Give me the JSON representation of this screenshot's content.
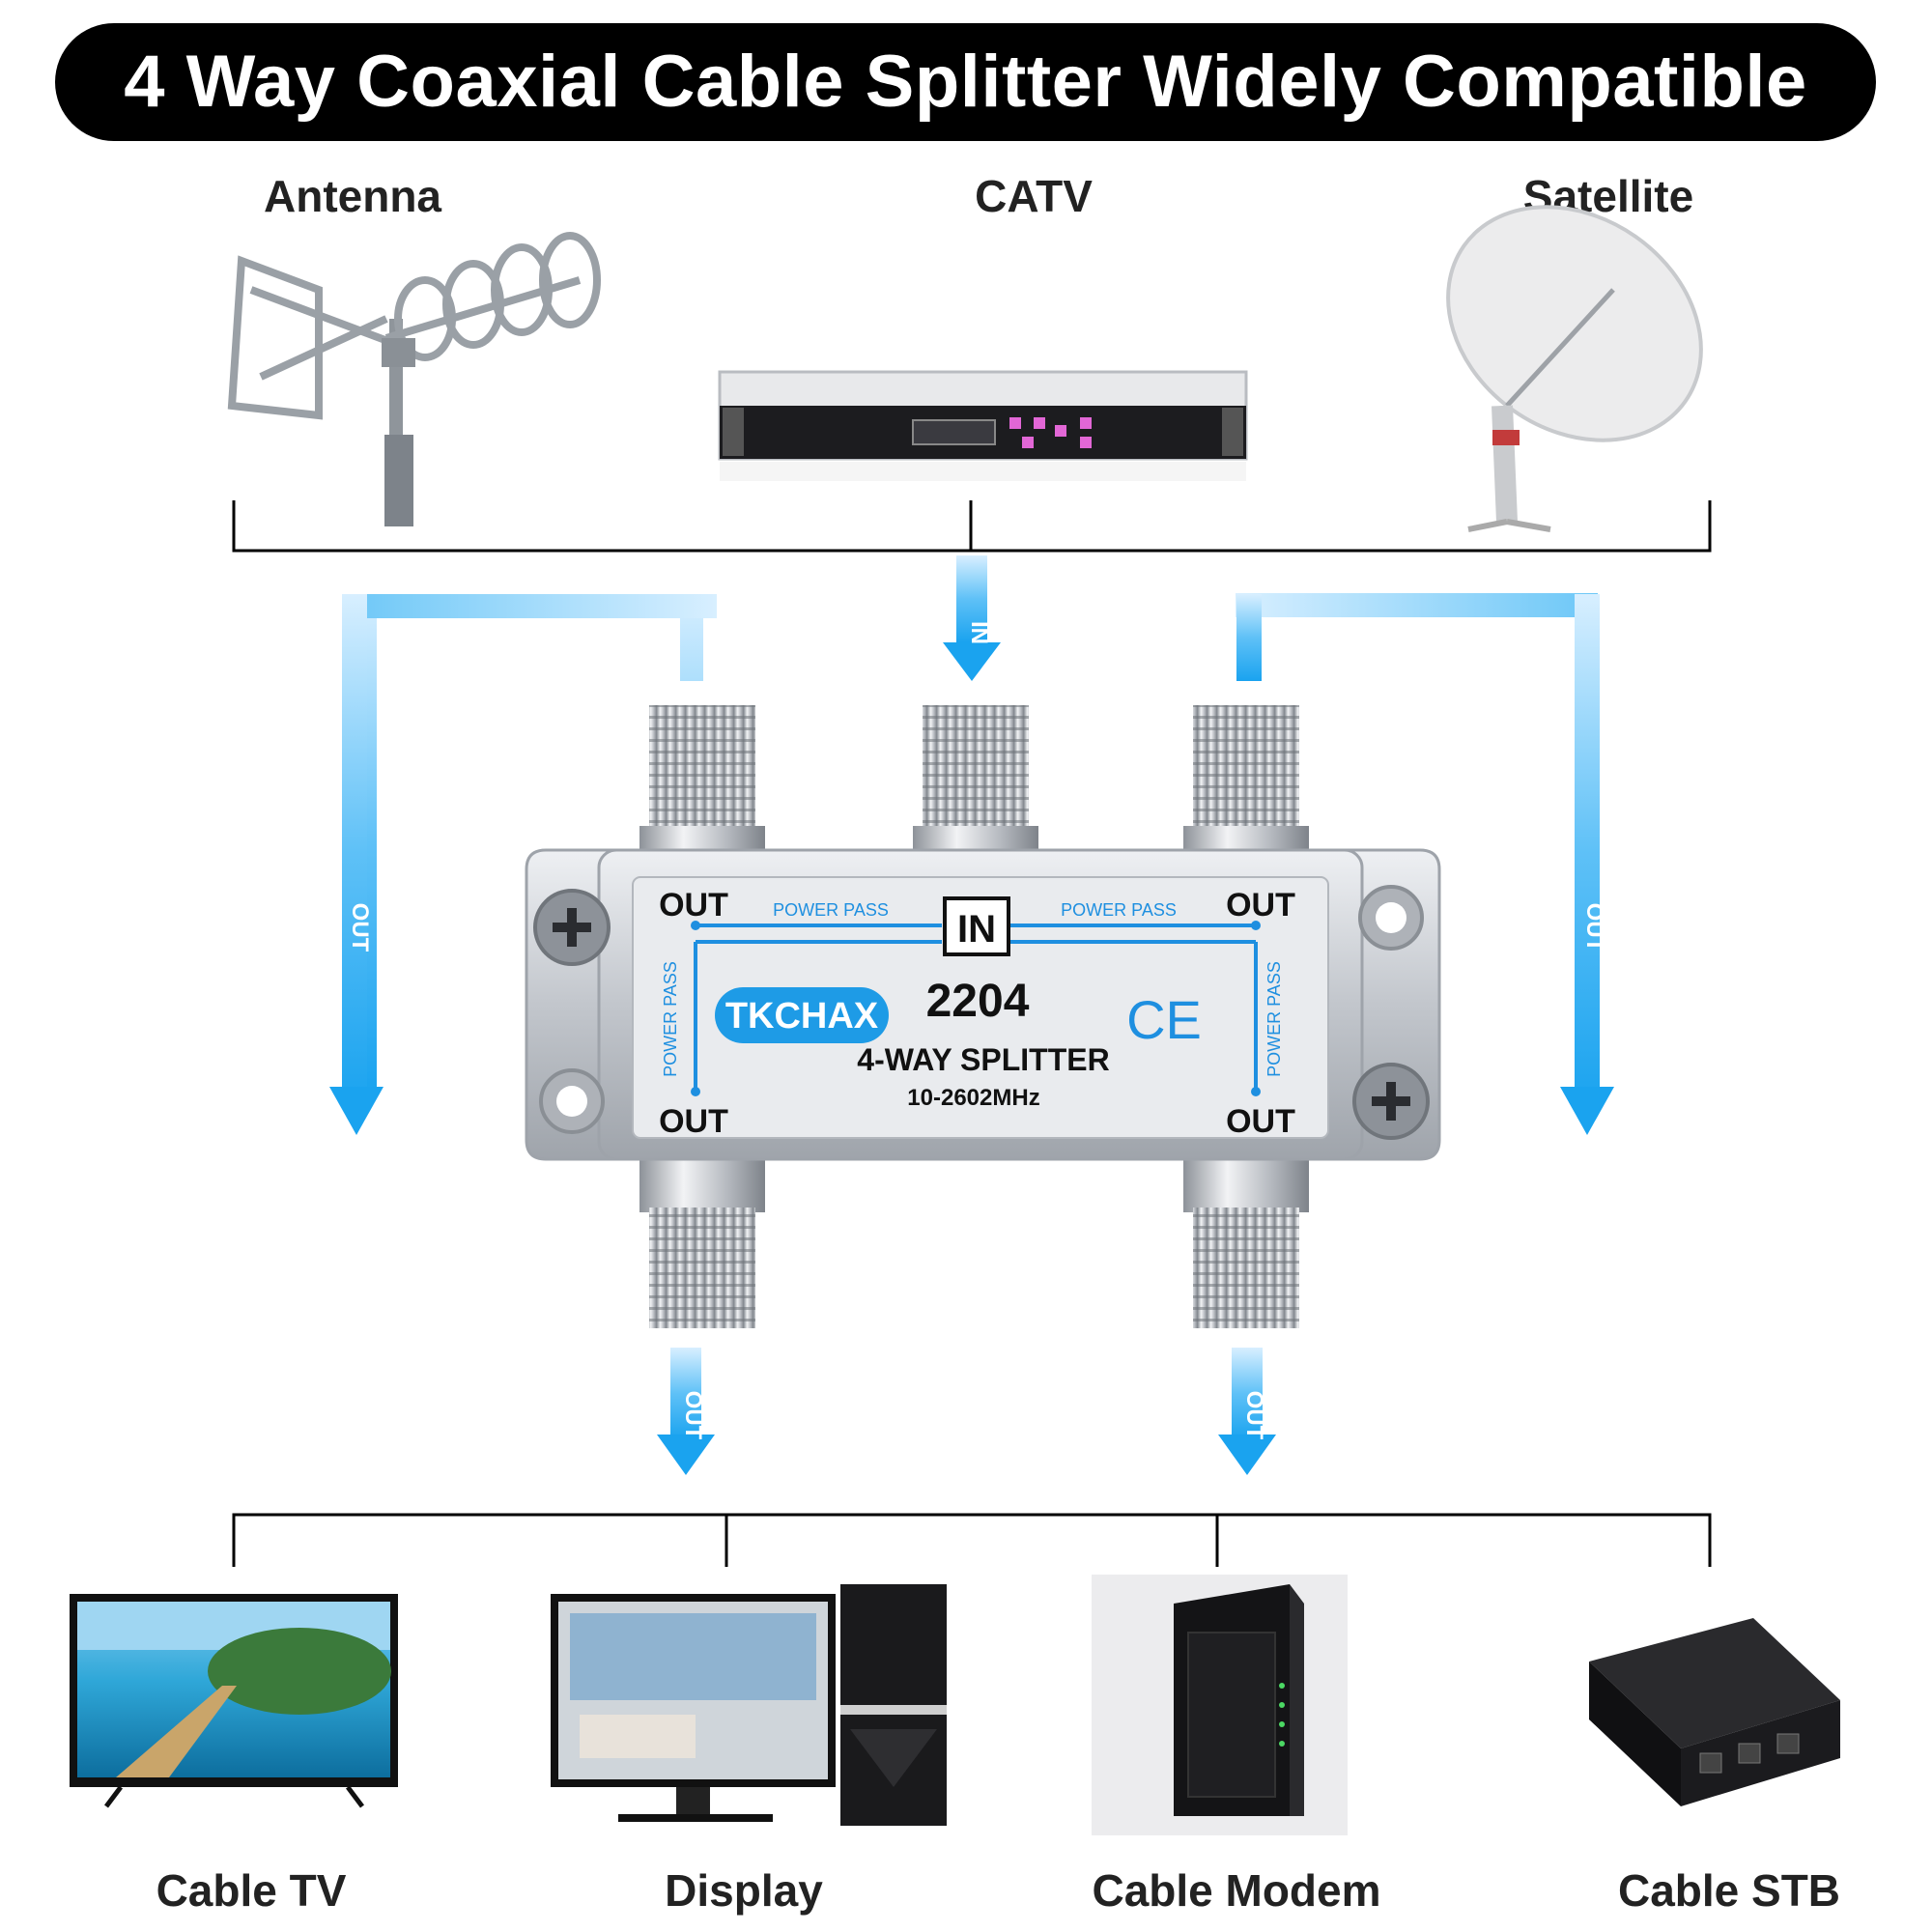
{
  "title": "4 Way Coaxial Cable Splitter Widely Compatible",
  "sources": [
    {
      "label": "Antenna",
      "icon": "antenna-icon"
    },
    {
      "label": "CATV",
      "icon": "catv-headend-icon"
    },
    {
      "label": "Satellite",
      "icon": "satellite-dish-icon"
    }
  ],
  "devices": [
    {
      "label": "Cable TV",
      "icon": "tv-icon"
    },
    {
      "label": "Display",
      "icon": "desktop-computer-icon"
    },
    {
      "label": "Cable Modem",
      "icon": "cable-modem-icon"
    },
    {
      "label": "Cable STB",
      "icon": "set-top-box-icon"
    }
  ],
  "flow": {
    "in_label": "IN",
    "out_label": "OUT"
  },
  "splitter": {
    "brand": "TKCHAX",
    "model": "2204",
    "name": "4-WAY SPLITTER",
    "freq": "10-2602MHz",
    "port_in": "IN",
    "port_out": "OUT",
    "power_pass": "POWER PASS",
    "cert": "CE"
  },
  "colors": {
    "arrow": "#1aa3ef",
    "banner": "#000000",
    "brand_badge": "#1e9be6",
    "body_metal": "#c9ccd1"
  }
}
